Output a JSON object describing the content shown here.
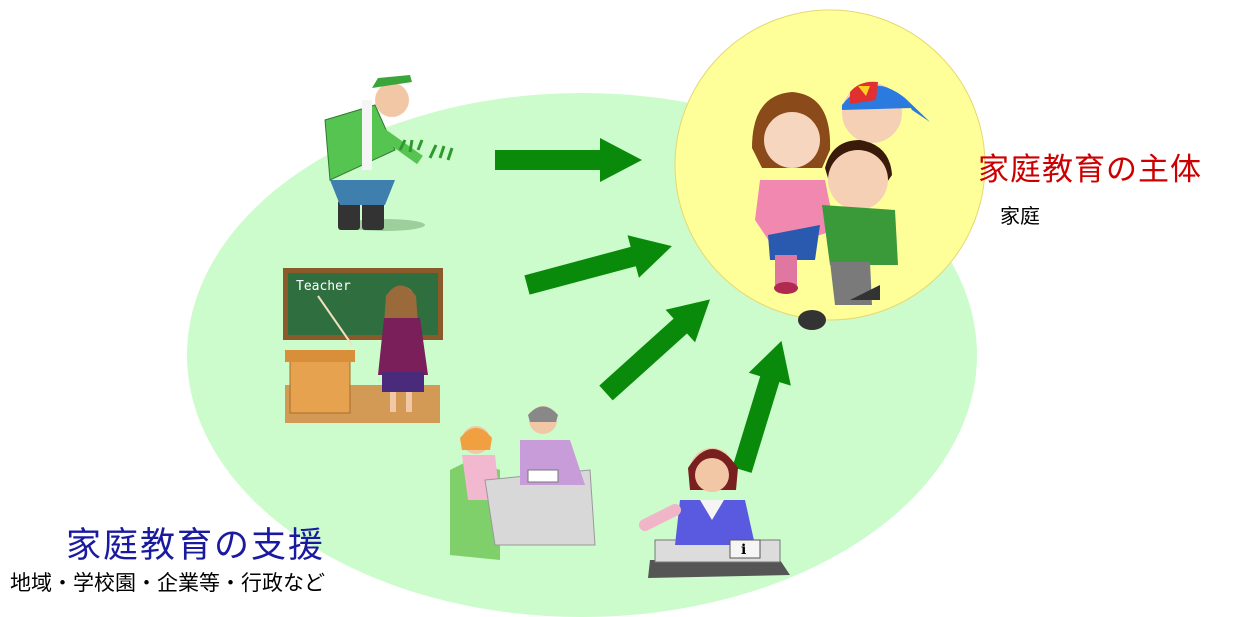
{
  "family": {
    "title": "家庭教育の主体",
    "subtitle": "家庭"
  },
  "support": {
    "title": "家庭教育の支援",
    "subtitle": "地域・学校園・企業等・行政など"
  },
  "figures": {
    "blackboard_text": "Teacher",
    "info_sign": "i"
  },
  "colors": {
    "support_area": "#ccfccc",
    "family_area": "#ffff99",
    "arrow": "#0a8a0a",
    "subject_text": "#cc0000",
    "support_text": "#1a1aa0"
  }
}
